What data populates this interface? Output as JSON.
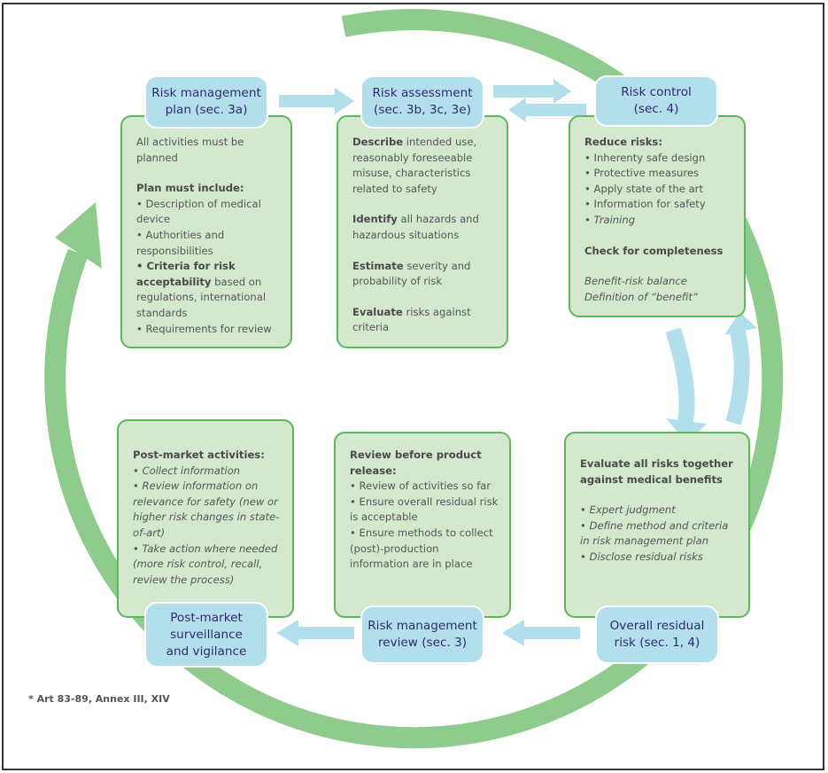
{
  "colors": {
    "cycle_green": "#8fcb8c",
    "card_fill": "#d3e8cd",
    "card_border": "#5cb85c",
    "pill_fill": "#b3dfec",
    "pill_text": "#2d2a6e",
    "arrow_blue": "#b3dfec",
    "body_text": "#555555"
  },
  "stages": {
    "plan": {
      "title": [
        "Risk management",
        "plan (sec. 3a)"
      ],
      "intro": "All activities must be planned",
      "heading": "Plan must include:",
      "items": [
        "• Description of medical device",
        "• Authorities and responsibilities"
      ],
      "criteria_bold": "• Criteria for risk acceptability",
      "criteria_rest": " based on regulations, international standards",
      "last_item": "• Requirements for review"
    },
    "assessment": {
      "title": [
        "Risk assessment",
        "(sec. 3b, 3c, 3e)"
      ],
      "blocks": [
        {
          "bold": "Describe",
          "rest": " intended use, reasonably foreseeable misuse, characteristics related to safety"
        },
        {
          "bold": "Identify",
          "rest": " all hazards and hazardous situations"
        },
        {
          "bold": "Estimate",
          "rest": " severity and probability of risk"
        },
        {
          "bold": "Evaluate",
          "rest": " risks against criteria"
        }
      ]
    },
    "control": {
      "title": [
        "Risk control",
        "(sec. 4)"
      ],
      "heading": "Reduce risks:",
      "items": [
        "• Inherenty safe design",
        "• Protective measures",
        "• Apply state of the art",
        "• Information for safety"
      ],
      "italic_item": "• Training",
      "check": "Check for completeness",
      "notes": [
        "Benefit-risk balance",
        "Definition of “benefit”"
      ]
    },
    "residual": {
      "title": [
        "Overall residual",
        "risk (sec. 1, 4)"
      ],
      "heading": "Evaluate all risks together against medical benefits",
      "items": [
        "• Expert judgment",
        "• Define method and criteria in risk management plan",
        "• Disclose residual risks"
      ]
    },
    "review": {
      "title": [
        "Risk management",
        "review (sec. 3)"
      ],
      "heading": "Review before product release:",
      "items": [
        "• Review of activities so far",
        "• Ensure overall residual risk is acceptable",
        "• Ensure methods to collect (post)-production information are in place"
      ]
    },
    "postmarket": {
      "title": [
        "Post-market",
        "surveillance",
        "and vigilance"
      ],
      "heading": "Post-market activities:",
      "items": [
        "• Collect information",
        "• Review information on relevance for safety (new or higher risk changes in state-of-art)",
        "• Take action where needed (more risk control, recall, review the process)"
      ]
    }
  },
  "footnote": "* Art 83-89, Annex III, XIV"
}
